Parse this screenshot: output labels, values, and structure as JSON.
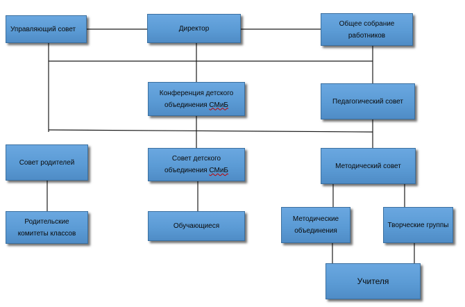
{
  "diagram": {
    "nodes": {
      "governing_council": "Управляющий совет",
      "director": "Директор",
      "general_meeting": "Общее собрание работников",
      "conference": {
        "prefix": "Конференция детского объединения ",
        "abbr": "СМиБ"
      },
      "pedagogical_council": "Педагогический совет",
      "parents_council": "Совет родителей",
      "children_council": {
        "prefix": "Совет детского объединения ",
        "abbr": "СМиБ"
      },
      "methodical_council": "Методический совет",
      "parent_committees": "Родительские комитеты классов",
      "students": "Обучающиеся",
      "methodical_associations": "Методические объединения",
      "creative_groups": "Творческие группы",
      "teachers": "Учителя"
    },
    "colors": {
      "box_fill": "#5b9bd5",
      "box_border": "#3a6f9f",
      "connector": "#1a1a1a",
      "spellcheck_underline": "#c00000"
    }
  }
}
